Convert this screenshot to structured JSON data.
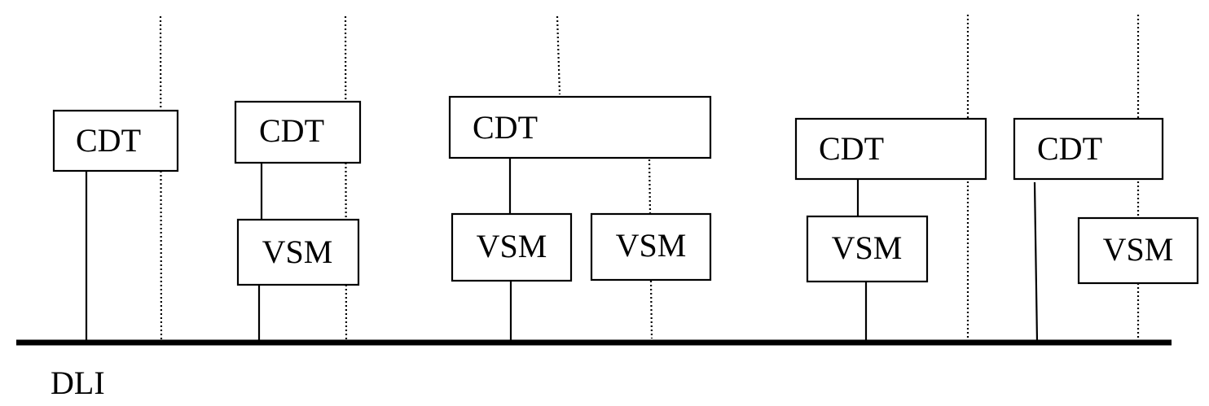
{
  "diagram": {
    "bus_label": "DLI",
    "boxes": [
      {
        "id": "cdt-1",
        "label": "CDT"
      },
      {
        "id": "cdt-2",
        "label": "CDT"
      },
      {
        "id": "vsm-2",
        "label": "VSM"
      },
      {
        "id": "cdt-3",
        "label": "CDT"
      },
      {
        "id": "vsm-3a",
        "label": "VSM"
      },
      {
        "id": "vsm-3b",
        "label": "VSM"
      },
      {
        "id": "cdt-4",
        "label": "CDT"
      },
      {
        "id": "vsm-4",
        "label": "VSM"
      },
      {
        "id": "cdt-5",
        "label": "CDT"
      },
      {
        "id": "vsm-5",
        "label": "VSM"
      }
    ]
  }
}
